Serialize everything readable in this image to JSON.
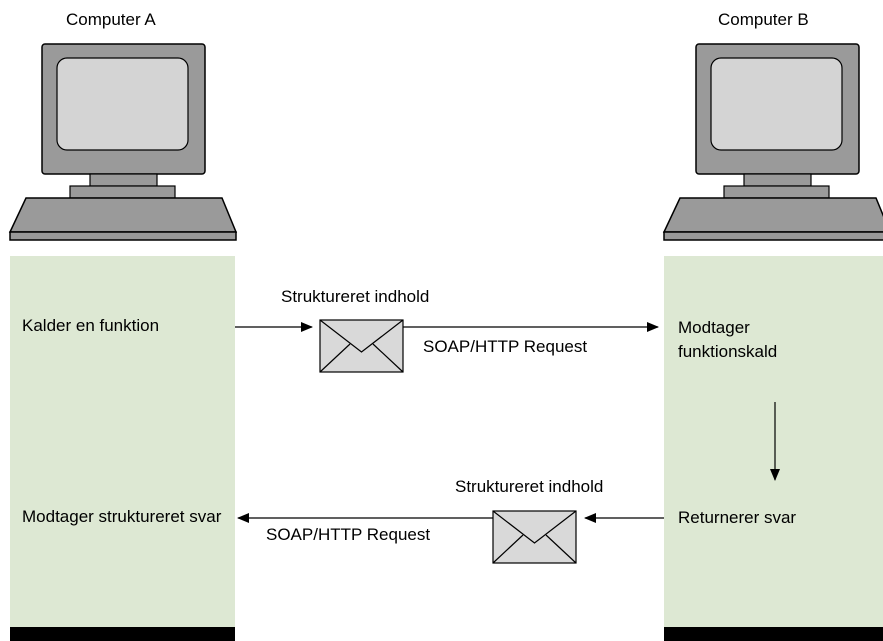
{
  "computer_a": {
    "title": "Computer A",
    "call_label": "Kalder en funktion",
    "receive_label": "Modtager struktureret svar"
  },
  "computer_b": {
    "title": "Computer B",
    "receive_label_line1": "Modtager",
    "receive_label_line2": "funktionskald",
    "return_label": "Returnerer svar"
  },
  "request": {
    "envelope_label": "Struktureret indhold",
    "protocol_label": "SOAP/HTTP Request"
  },
  "response": {
    "envelope_label": "Struktureret indhold",
    "protocol_label": "SOAP/HTTP Request"
  },
  "colors": {
    "column_fill": "#dde8d3",
    "computer_case": "#9a9a9a",
    "screen": "#d4d4d4",
    "envelope": "#d9d9d9"
  }
}
